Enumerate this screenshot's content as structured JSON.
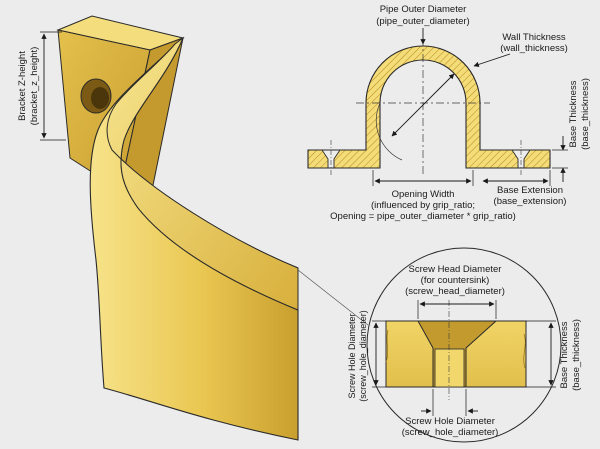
{
  "colors": {
    "background": "#ececec",
    "brass_light": "#f6e27e",
    "brass_mid": "#e8c54a",
    "brass_dark": "#c9a030",
    "hatch": "#b48a22",
    "outline": "#2a2a2a"
  },
  "labels": {
    "pipe_outer_diameter": {
      "line1": "Pipe Outer Diameter",
      "line2": "(pipe_outer_diameter)"
    },
    "wall_thickness": {
      "line1": "Wall Thickness",
      "line2": "(wall_thickness)"
    },
    "base_thickness_top": {
      "line1": "Base Thickness",
      "line2": "(base_thickness)"
    },
    "opening_width": {
      "line1": "Opening Width",
      "line2": "(influenced by grip_ratio;",
      "line3": "Opening = pipe_outer_diameter * grip_ratio)"
    },
    "base_extension": {
      "line1": "Base Extension",
      "line2": "(base_extension)"
    },
    "bracket_z_height": {
      "line1": "Bracket Z-height",
      "line2": "(bracket_z_height)"
    },
    "screw_head_diameter": {
      "line1": "Screw Head Diameter",
      "line2": "(for countersink)",
      "line3": "(screw_head_diameter)"
    },
    "screw_hole_diameter_left": {
      "line1": "Screw Hole Diameter",
      "line2": "(screw_hole_diameter)"
    },
    "screw_hole_diameter_bottom": {
      "line1": "Screw Hole Diameter",
      "line2": "(screw_hole_diameter)"
    },
    "base_thickness_detail": {
      "line1": "Base Thickness",
      "line2": "(base_thickness)"
    }
  }
}
